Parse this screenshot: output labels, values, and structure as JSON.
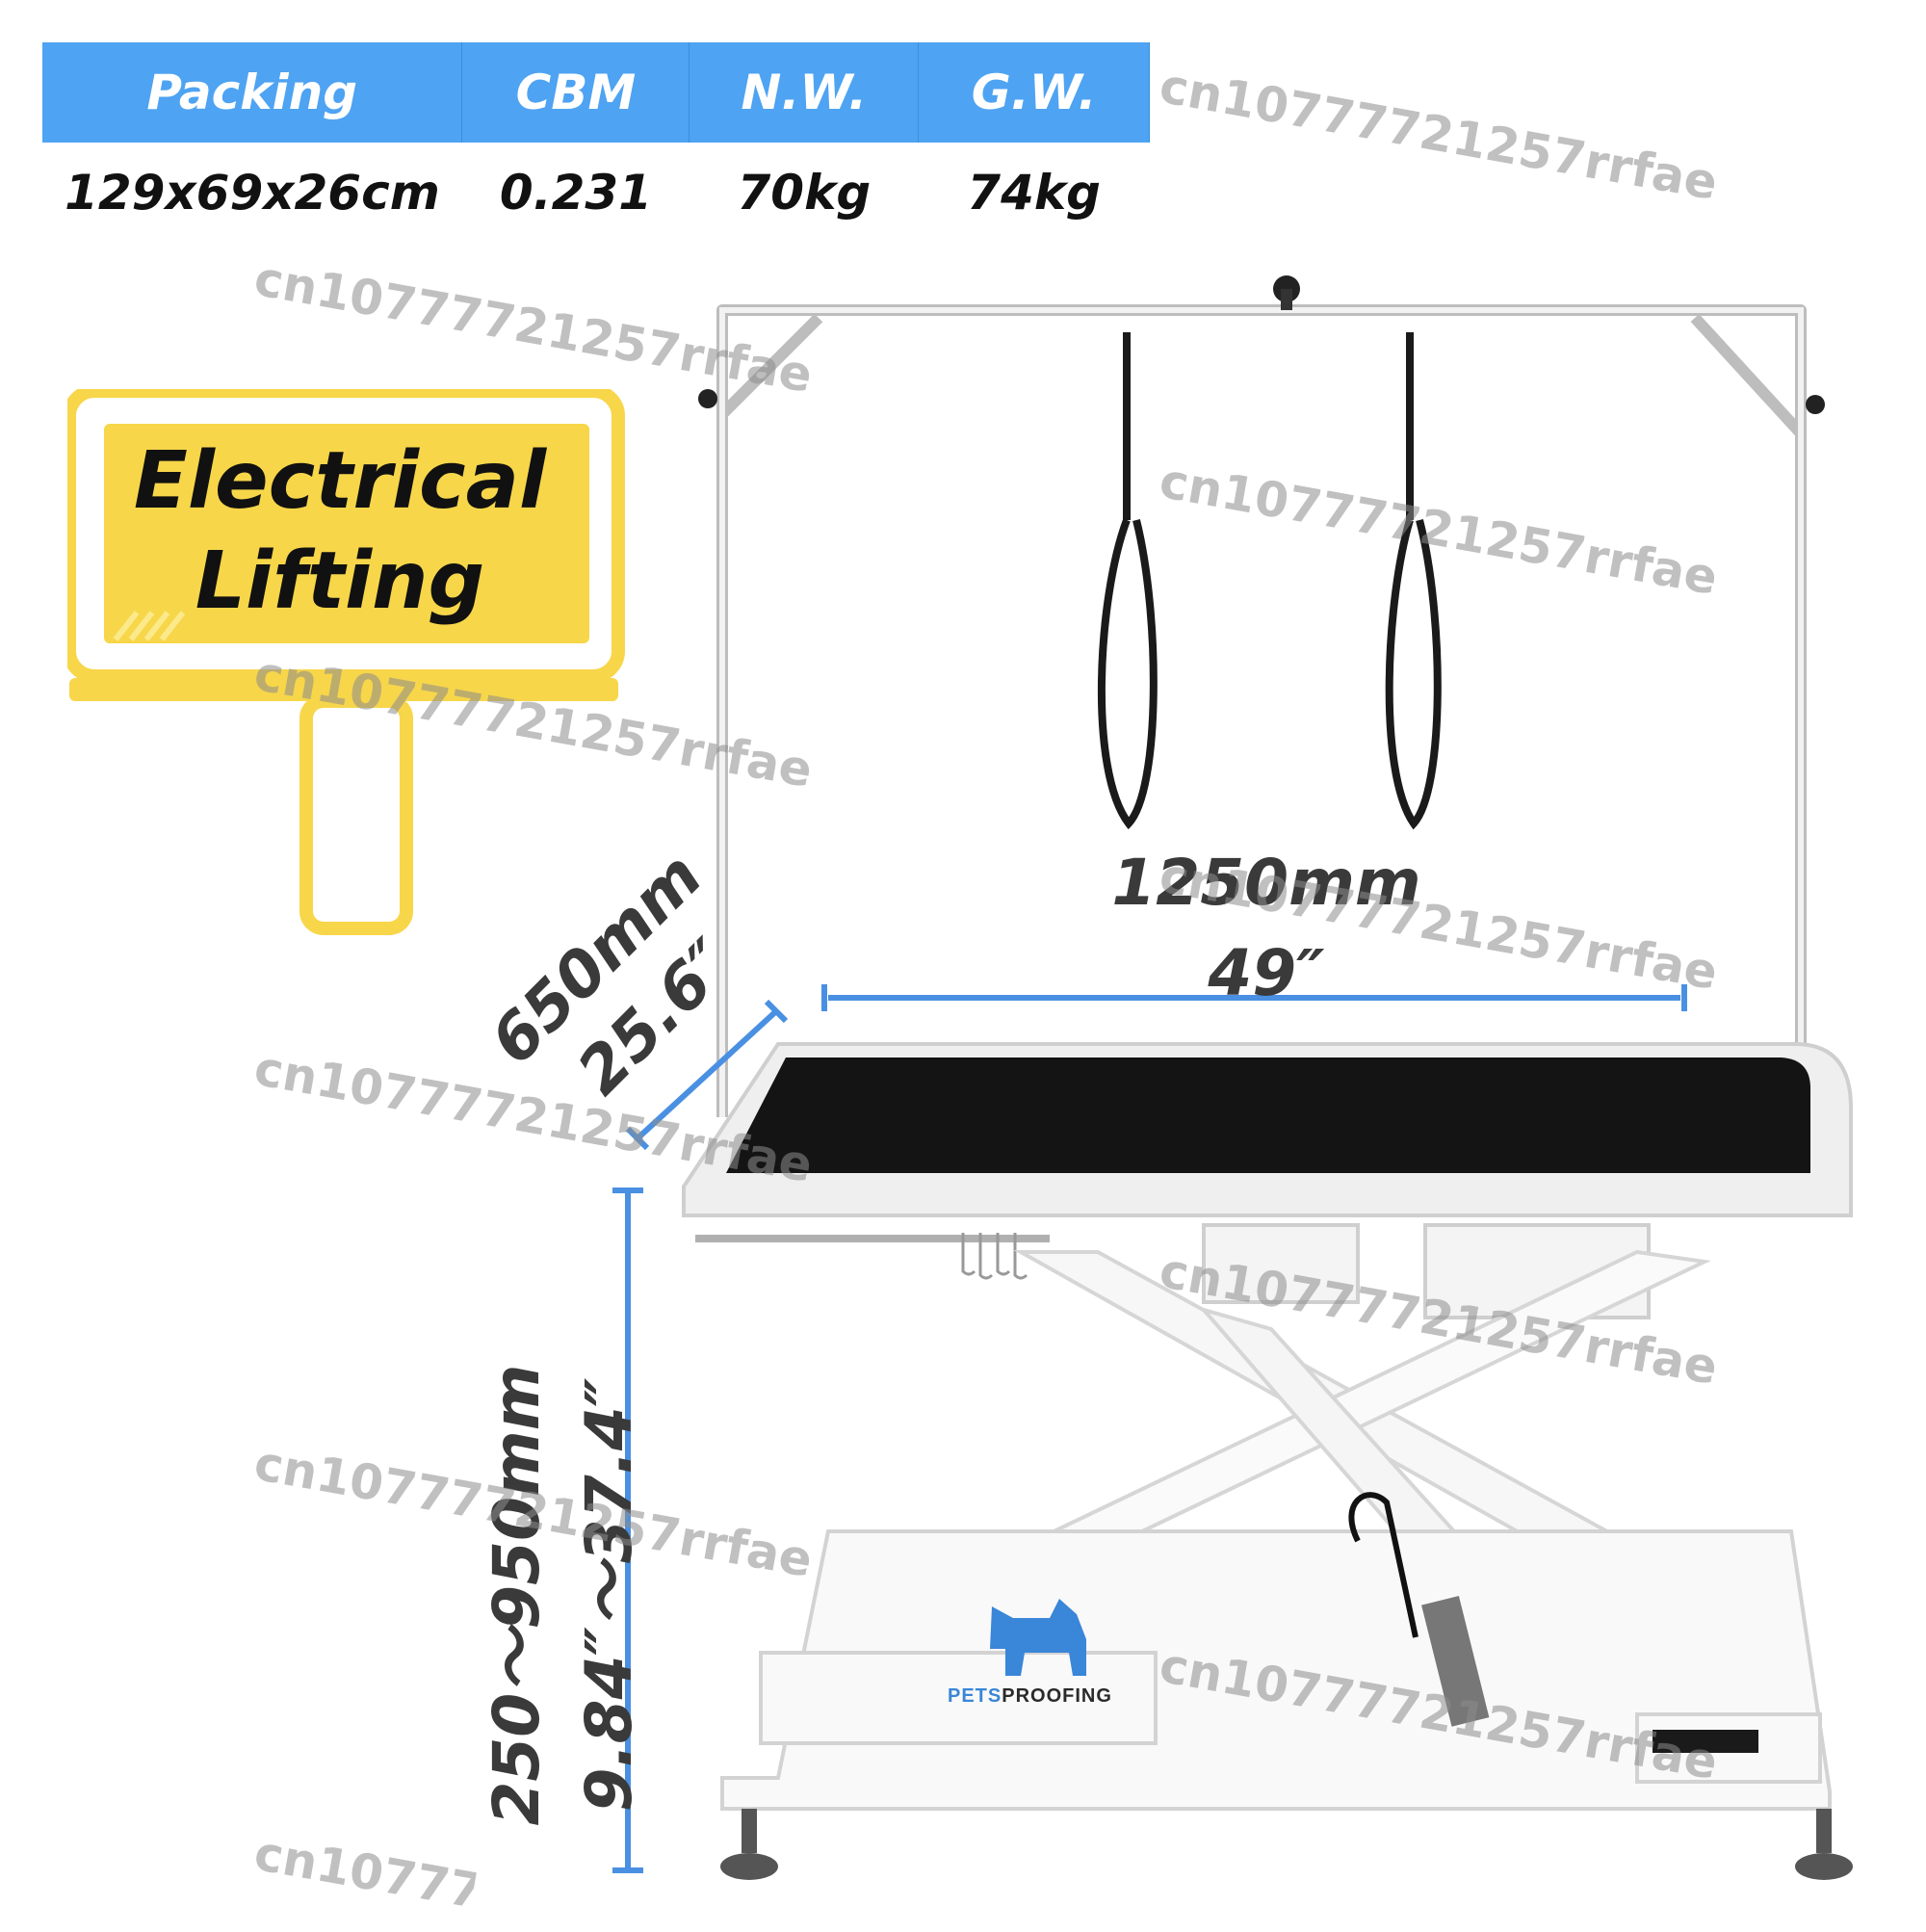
{
  "spec_table": {
    "headers": [
      "Packing",
      "CBM",
      "N.W.",
      "G.W."
    ],
    "values": [
      "129x69x26cm",
      "0.231",
      "70kg",
      "74kg"
    ],
    "header_color": "#4ea3f2"
  },
  "feature_sign": {
    "line1": "Electrical",
    "line2": "Lifting",
    "color": "#f7d64a"
  },
  "dimensions": {
    "width_mm": "1250mm",
    "width_in": "49″",
    "depth_mm": "650mm",
    "depth_in": "25.6″",
    "height_mm": "250～950mm",
    "height_in": "9.84″～37.4″",
    "arrow_color": "#4a90e2"
  },
  "brand": {
    "part1": "PETS",
    "part2": "PROOFING",
    "icon": "terrier-dog-icon"
  },
  "watermark": "cn10777721257rrfae"
}
